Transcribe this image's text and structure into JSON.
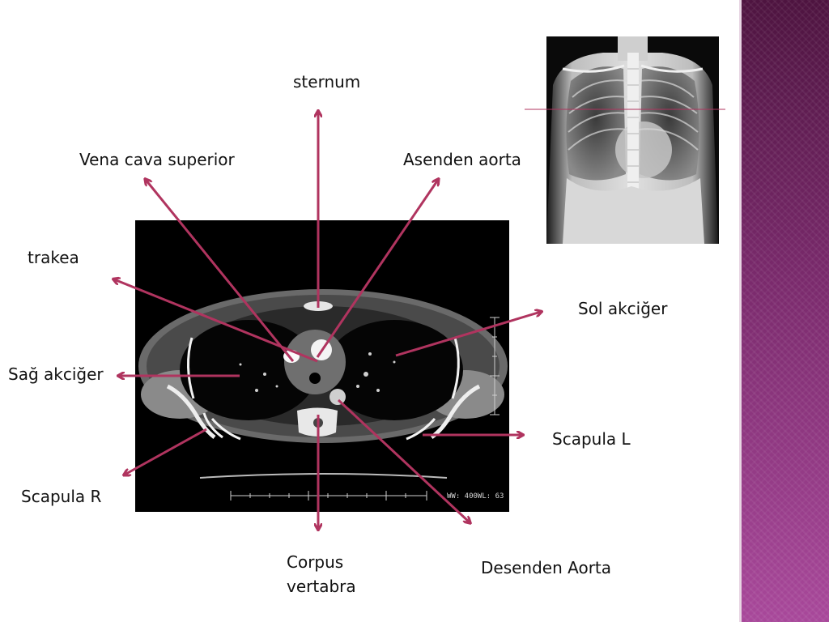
{
  "slide": {
    "accent_color": "#b0345f",
    "sidebar_color": "#7a2a6c"
  },
  "labels": {
    "sternum": "sternum",
    "vena_cava_superior": "Vena cava superior",
    "asenden_aorta": "Asenden aorta",
    "trakea": "trakea",
    "sol_akciger": "Sol akciğer",
    "sag_akciger": "Sağ akciğer",
    "scapula_l": "Scapula L",
    "scapula_r": "Scapula R",
    "corpus_line1": "Corpus",
    "corpus_line2": "vertabra",
    "desenden_aorta": "Desenden Aorta"
  },
  "ct_image": {
    "window_text": "WW: 400WL: 63"
  }
}
